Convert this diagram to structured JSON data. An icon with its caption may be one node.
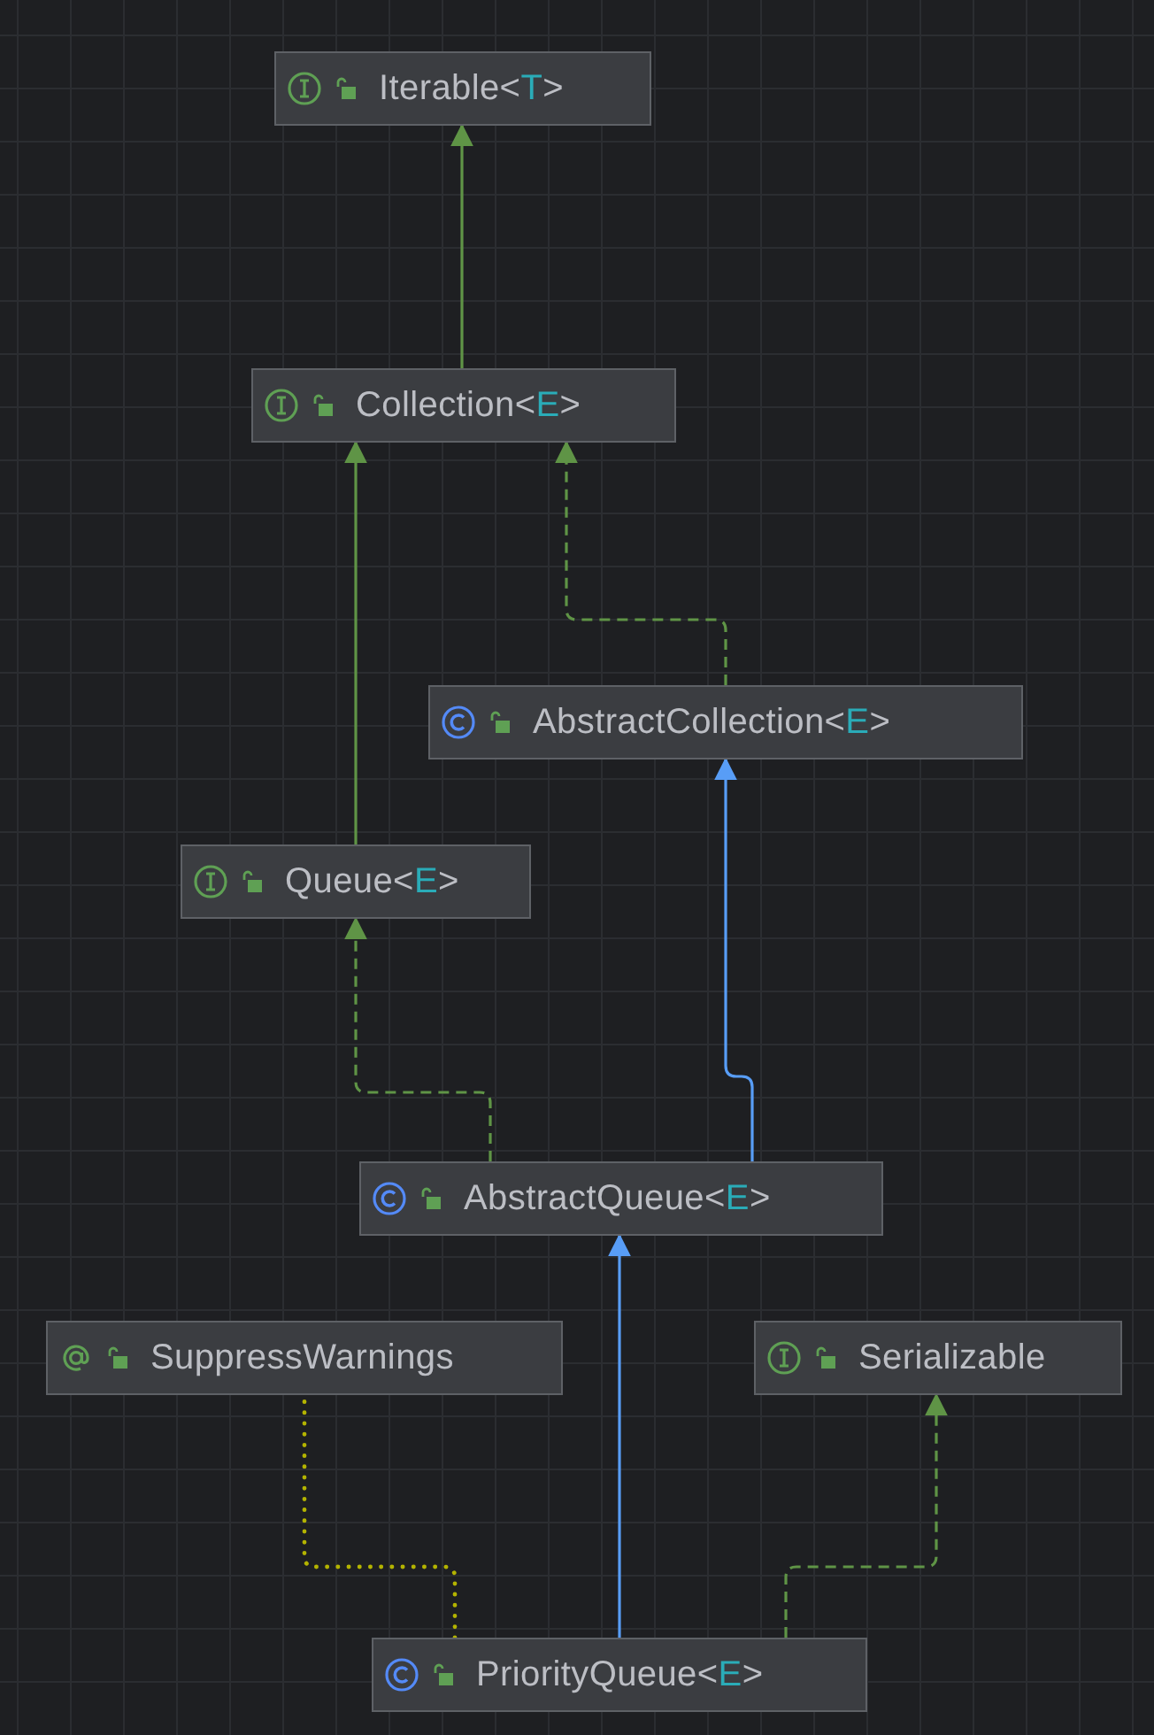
{
  "diagram": {
    "nodes": [
      {
        "text": [
          "Iterable<T>"
        ]
      },
      {
        "text": [
          "Collection<E>"
        ]
      },
      {
        "text": [
          "AbstractCollection<E>"
        ]
      },
      {
        "text": [
          "Queue<E>"
        ]
      },
      {
        "text": [
          "AbstractQueue<E>"
        ]
      },
      {
        "text": [
          "SuppressWarnings"
        ]
      },
      {
        "text": [
          "Serializable"
        ]
      },
      {
        "text": [
          "PriorityQueue<E>"
        ]
      }
    ],
    "edges": [
      {
        "from": 1,
        "to": 0,
        "arrow": "to"
      },
      {
        "from": 2,
        "to": 1,
        "arrow": "to",
        "style": "dashed"
      },
      {
        "from": 3,
        "to": 1,
        "arrow": "to"
      },
      {
        "from": 4,
        "to": 3,
        "arrow": "to",
        "style": "dashed"
      },
      {
        "from": 4,
        "to": 2,
        "arrow": "to",
        "color": "#589df6"
      },
      {
        "from": 7,
        "to": 4,
        "arrow": "to",
        "color": "#589df6"
      },
      {
        "from": 7,
        "to": 6,
        "arrow": "to",
        "style": "dashed"
      },
      {
        "from": 7,
        "to": 5,
        "arrow": "none",
        "style": "dashed",
        "color": "#b3b300"
      }
    ]
  }
}
